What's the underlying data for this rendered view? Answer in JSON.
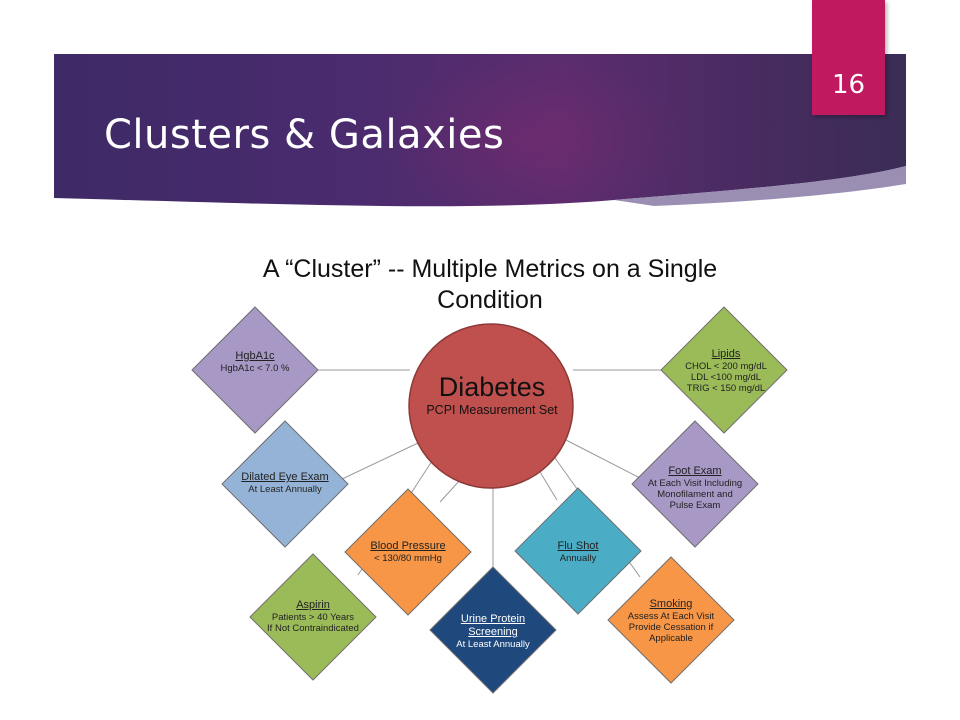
{
  "slide": {
    "title": "Clusters & Galaxies",
    "page_number": "16"
  },
  "diagram": {
    "title": "A “Cluster” -- Multiple Metrics on a Single Condition",
    "hub": {
      "title": "Diabetes",
      "subtitle": "PCPI Measurement Set",
      "color": "#c0504d"
    },
    "nodes": [
      {
        "key": "hgba1c",
        "label": "HgbA1c",
        "detail": "HgbA1c < 7.0 %",
        "color": "#a898c5"
      },
      {
        "key": "dilated-eye-exam",
        "label": "Dilated Eye Exam",
        "detail": "At Least Annually",
        "color": "#95b3d7"
      },
      {
        "key": "aspirin",
        "label": "Aspirin",
        "detail": "Patients > 40 Years\nIf Not Contraindicated",
        "color": "#9bbb59"
      },
      {
        "key": "blood-pressure",
        "label": "Blood Pressure",
        "detail": "< 130/80 mmHg",
        "color": "#f79646"
      },
      {
        "key": "urine-protein-screening",
        "label": "Urine Protein Screening",
        "detail": "At Least Annually",
        "color": "#1f497d"
      },
      {
        "key": "flu-shot",
        "label": "Flu Shot",
        "detail": "Annually",
        "color": "#4bacc6"
      },
      {
        "key": "smoking",
        "label": "Smoking",
        "detail": "Assess At Each Visit\nProvide Cessation if\nApplicable",
        "color": "#f79646"
      },
      {
        "key": "foot-exam",
        "label": "Foot Exam",
        "detail": "At Each Visit Including\nMonofilament and\nPulse Exam",
        "color": "#a898c5"
      },
      {
        "key": "lipids",
        "label": "Lipids",
        "detail": "CHOL <  200 mg/dL\nLDL <100 mg/dL\nTRIG < 150 mg/dL",
        "color": "#9bbb59"
      }
    ]
  }
}
